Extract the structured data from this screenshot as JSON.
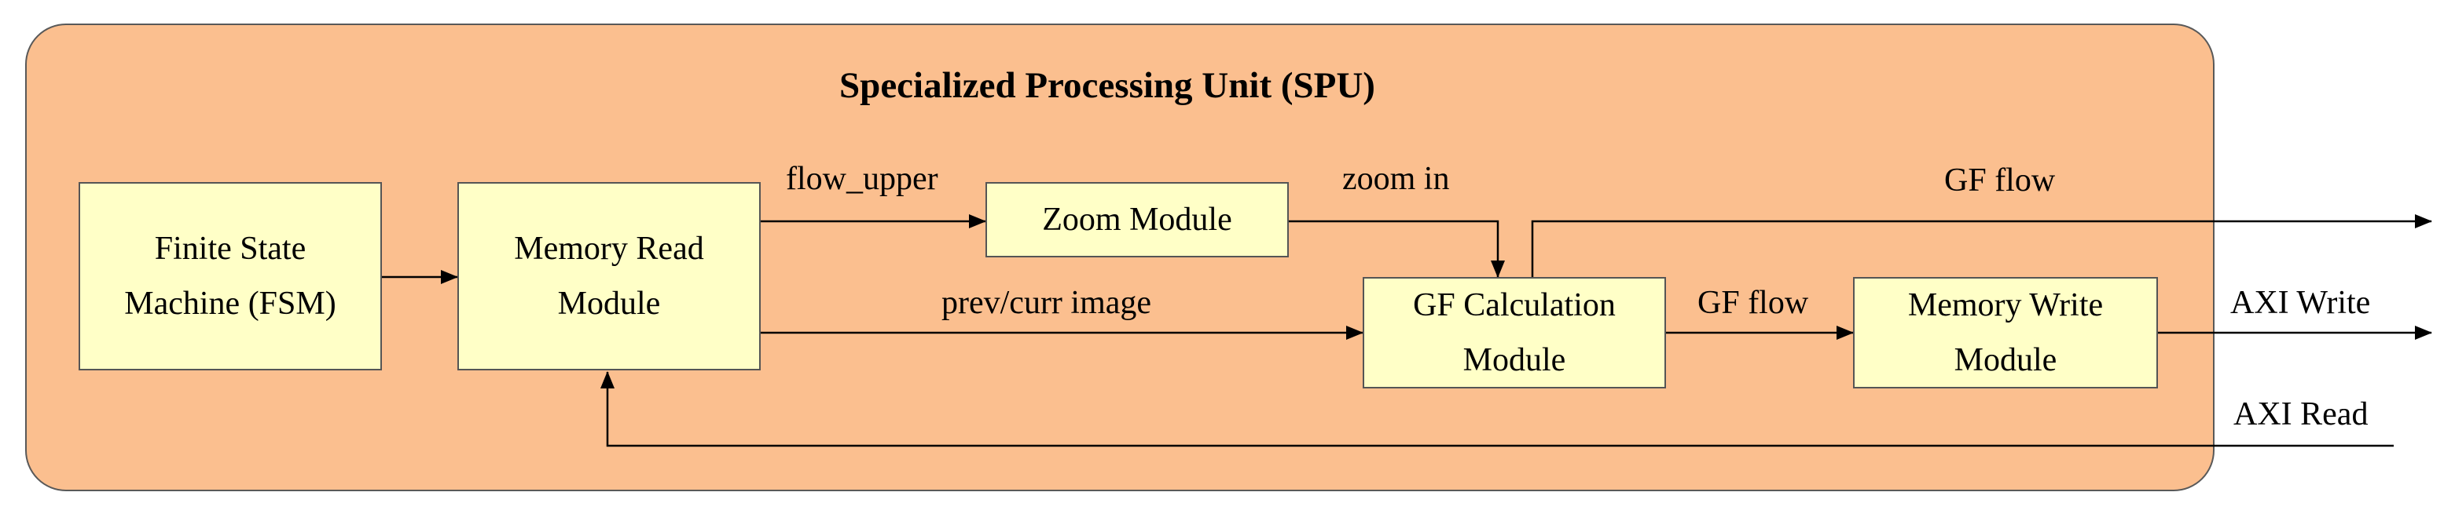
{
  "diagram": {
    "title": "Specialized Processing Unit (SPU)",
    "blocks": {
      "fsm": [
        "Finite State",
        "Machine (FSM)"
      ],
      "memory_read": [
        "Memory Read",
        "Module"
      ],
      "zoom": [
        "Zoom Module"
      ],
      "gf_calc": [
        "GF Calculation",
        "Module"
      ],
      "memory_write": [
        "Memory Write",
        "Module"
      ]
    },
    "edge_labels": {
      "flow_upper": "flow_upper",
      "zoom_in": "zoom in",
      "gf_flow_top": "GF flow",
      "prev_curr": "prev/curr image",
      "gf_flow_mid": "GF flow",
      "axi_write": "AXI Write",
      "axi_read": "AXI Read"
    },
    "colors": {
      "container_fill": "#fbbf8f",
      "block_fill": "#ffffc7",
      "line": "#000000"
    }
  }
}
